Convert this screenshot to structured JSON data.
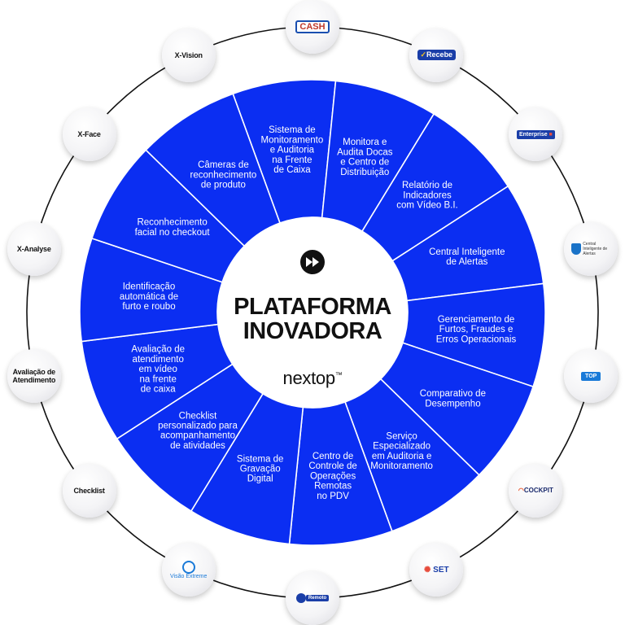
{
  "colors": {
    "segment": "#0b2ef2",
    "segment_border": "#ffffff",
    "ring": "#111111",
    "center_text": "#111111"
  },
  "center": {
    "title_line1": "PLATAFORMA",
    "title_line2": "INOVADORA",
    "brand": "nextop",
    "brand_mark": "™",
    "icon": "fast-forward-icon"
  },
  "segments": [
    {
      "lines": [
        "Sistema de",
        "Monitoramento",
        "e Auditoria",
        "na Frente",
        "de Caixa"
      ]
    },
    {
      "lines": [
        "Monitora e",
        "Audita Docas",
        "e Centro de",
        "Distribuição"
      ]
    },
    {
      "lines": [
        "Relatório de",
        "Indicadores",
        "com Vídeo B.I."
      ]
    },
    {
      "lines": [
        "Central Inteligente",
        "de Alertas"
      ]
    },
    {
      "lines": [
        "Gerenciamento de",
        "Furtos, Fraudes e",
        "Erros Operacionais"
      ]
    },
    {
      "lines": [
        "Comparativo de",
        "Desempenho"
      ]
    },
    {
      "lines": [
        "Serviço",
        "Especializado",
        "em Auditoria e",
        "Monitoramento"
      ]
    },
    {
      "lines": [
        "Centro de",
        "Controle de",
        "Operações",
        "Remotas",
        "no PDV"
      ]
    },
    {
      "lines": [
        "Sistema de",
        "Gravação",
        "Digital"
      ]
    },
    {
      "lines": [
        "Checklist",
        "personalizado para",
        "acompanhamento",
        "de atividades"
      ]
    },
    {
      "lines": [
        "Avaliação de",
        "atendimento",
        "em vídeo",
        "na frente",
        "de caixa"
      ]
    },
    {
      "lines": [
        "Identificação",
        "automática de",
        "furto e roubo"
      ]
    },
    {
      "lines": [
        "Reconhecimento",
        "facial no checkout"
      ]
    },
    {
      "lines": [
        "Câmeras de",
        "reconhecimento",
        "de produto"
      ]
    }
  ],
  "nodes": [
    {
      "label": "CASH",
      "icon": "cash-logo-icon"
    },
    {
      "label": "Recebe",
      "icon": "recebe-logo-icon"
    },
    {
      "label": "Enterprise",
      "icon": "enterprise-logo-icon"
    },
    {
      "label": "Central Inteligente de Alertas",
      "icon": "shield-icon"
    },
    {
      "label": "TOP",
      "icon": "top-logo-icon"
    },
    {
      "label": "COCKPIT",
      "icon": "cockpit-logo-icon"
    },
    {
      "label": "SET",
      "icon": "set-logo-icon"
    },
    {
      "label": "Remoto",
      "icon": "remote-logo-icon"
    },
    {
      "label": "Visão Extreme",
      "icon": "eye-icon"
    },
    {
      "label": "Checklist",
      "icon": ""
    },
    {
      "label": "Avaliação de Atendimento",
      "icon": ""
    },
    {
      "label": "X-Analyse",
      "icon": ""
    },
    {
      "label": "X-Face",
      "icon": ""
    },
    {
      "label": "X-Vision",
      "icon": ""
    }
  ]
}
